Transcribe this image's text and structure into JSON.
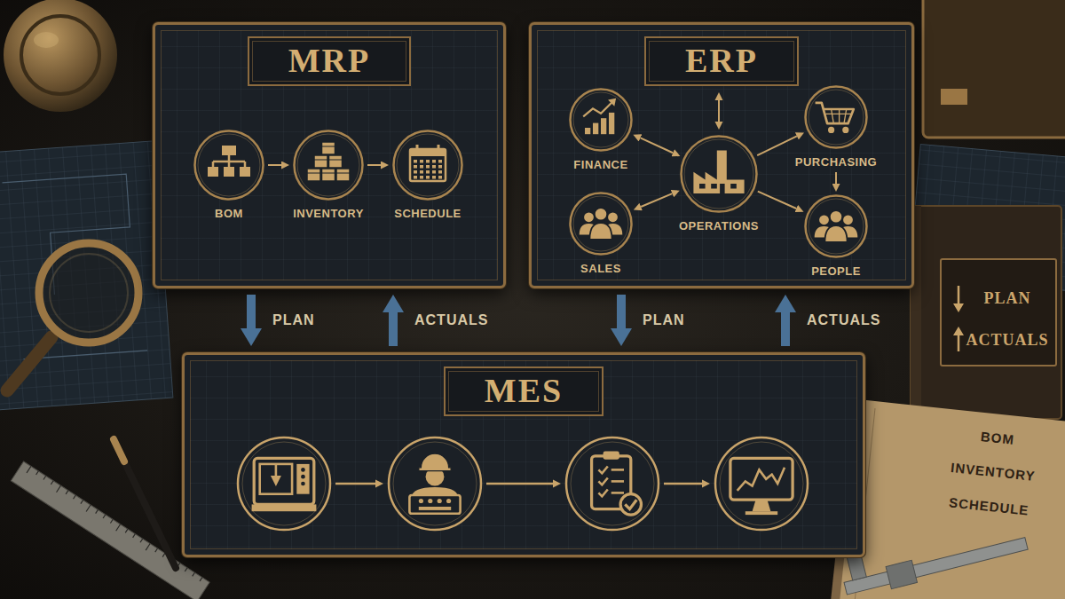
{
  "diagram": {
    "nodes": [
      {
        "text": [
          "MRP"
        ]
      },
      {
        "text": [
          "BOM"
        ],
        "in": 0
      },
      {
        "text": [
          "INVENTORY"
        ],
        "in": 0
      },
      {
        "text": [
          "SCHEDULE"
        ],
        "in": 0
      },
      {
        "text": [
          "ERP"
        ]
      },
      {
        "text": [
          "FINANCE"
        ],
        "in": 4
      },
      {
        "text": [
          "OPERATIONS"
        ],
        "in": 4
      },
      {
        "text": [
          "PURCHASING"
        ],
        "in": 4
      },
      {
        "text": [
          "SALES"
        ],
        "in": 4
      },
      {
        "text": [
          "PEOPLE"
        ],
        "in": 4
      },
      {
        "text": [
          "MES"
        ]
      }
    ],
    "edges": [
      {
        "from": 1,
        "to": 2,
        "arrow": "to"
      },
      {
        "from": 2,
        "to": 3,
        "arrow": "to"
      },
      {
        "from": 5,
        "to": 6,
        "arrow": "both"
      },
      {
        "from": 6,
        "to": 7,
        "arrow": "to"
      },
      {
        "from": 8,
        "to": 6,
        "arrow": "both"
      },
      {
        "from": 6,
        "to": 9,
        "arrow": "to"
      },
      {
        "from": 7,
        "to": 9,
        "arrow": "to"
      },
      {
        "from": 0,
        "to": 10,
        "label": "PLAN",
        "arrow": "to"
      },
      {
        "from": 10,
        "to": 0,
        "label": "ACTUALS",
        "arrow": "to"
      },
      {
        "from": 4,
        "to": 10,
        "label": "PLAN",
        "arrow": "to"
      },
      {
        "from": 10,
        "to": 4,
        "label": "ACTUALS",
        "arrow": "to"
      }
    ],
    "labels": [
      "PLAN",
      "ACTUALS",
      "BOM",
      "INVENTORY",
      "SCHEDULE"
    ]
  }
}
